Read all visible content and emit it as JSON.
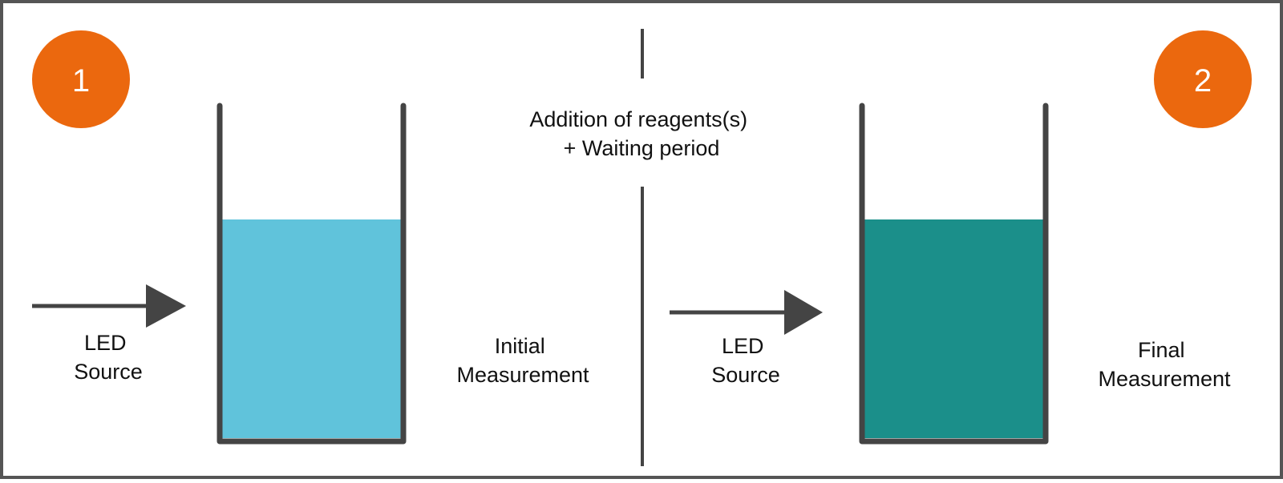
{
  "step_1": {
    "number": "1",
    "source_label": [
      "LED",
      "Source"
    ],
    "measurement_label": [
      "Initial",
      "Measurement"
    ],
    "liquid_color": "#60C3DB"
  },
  "step_2": {
    "number": "2",
    "source_label": [
      "LED",
      "Source"
    ],
    "measurement_label": [
      "Final",
      "Measurement"
    ],
    "liquid_color": "#1B8F8A"
  },
  "divider": {
    "label_lines": [
      "Addition of reagents(s)",
      "+ Waiting period"
    ]
  },
  "colors": {
    "badge": "#EB680E",
    "stroke": "#444444",
    "frame": "#555555"
  }
}
